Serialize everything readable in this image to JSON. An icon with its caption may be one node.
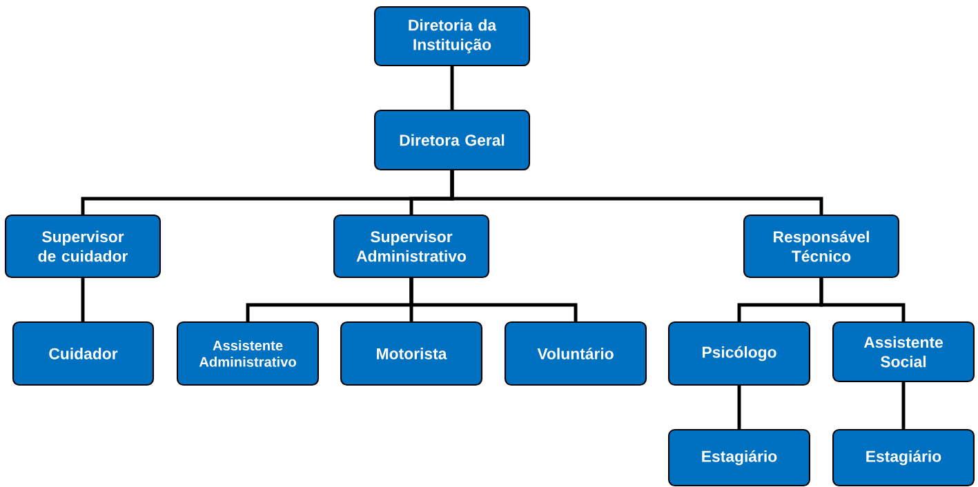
{
  "diagram": {
    "nodes": [
      {
        "text": [
          "Diretoria da Instituição"
        ]
      },
      {
        "text": [
          "Diretora Geral"
        ]
      },
      {
        "text": [
          "Supervisor de cuidador"
        ]
      },
      {
        "text": [
          "Supervisor Administrativo"
        ]
      },
      {
        "text": [
          "Responsável Técnico"
        ]
      },
      {
        "text": [
          "Cuidador"
        ]
      },
      {
        "text": [
          "Assistente Administrativo"
        ]
      },
      {
        "text": [
          "Motorista"
        ]
      },
      {
        "text": [
          "Voluntário"
        ]
      },
      {
        "text": [
          "Psicólogo"
        ]
      },
      {
        "text": [
          "Assistente Social"
        ]
      },
      {
        "text": [
          "Estagiário"
        ]
      },
      {
        "text": [
          "Estagiário"
        ]
      }
    ],
    "edges": [
      {
        "from": 0,
        "to": 1,
        "arrow": "none"
      },
      {
        "from": 1,
        "to": 2,
        "arrow": "none"
      },
      {
        "from": 1,
        "to": 3,
        "arrow": "none"
      },
      {
        "from": 1,
        "to": 4,
        "arrow": "none"
      },
      {
        "from": 2,
        "to": 5,
        "arrow": "none"
      },
      {
        "from": 3,
        "to": 6,
        "arrow": "none"
      },
      {
        "from": 3,
        "to": 7,
        "arrow": "none"
      },
      {
        "from": 3,
        "to": 8,
        "arrow": "none"
      },
      {
        "from": 4,
        "to": 9,
        "arrow": "none"
      },
      {
        "from": 4,
        "to": 10,
        "arrow": "none"
      },
      {
        "from": 9,
        "to": 11,
        "arrow": "none"
      },
      {
        "from": 10,
        "to": 12,
        "arrow": "none"
      }
    ]
  }
}
